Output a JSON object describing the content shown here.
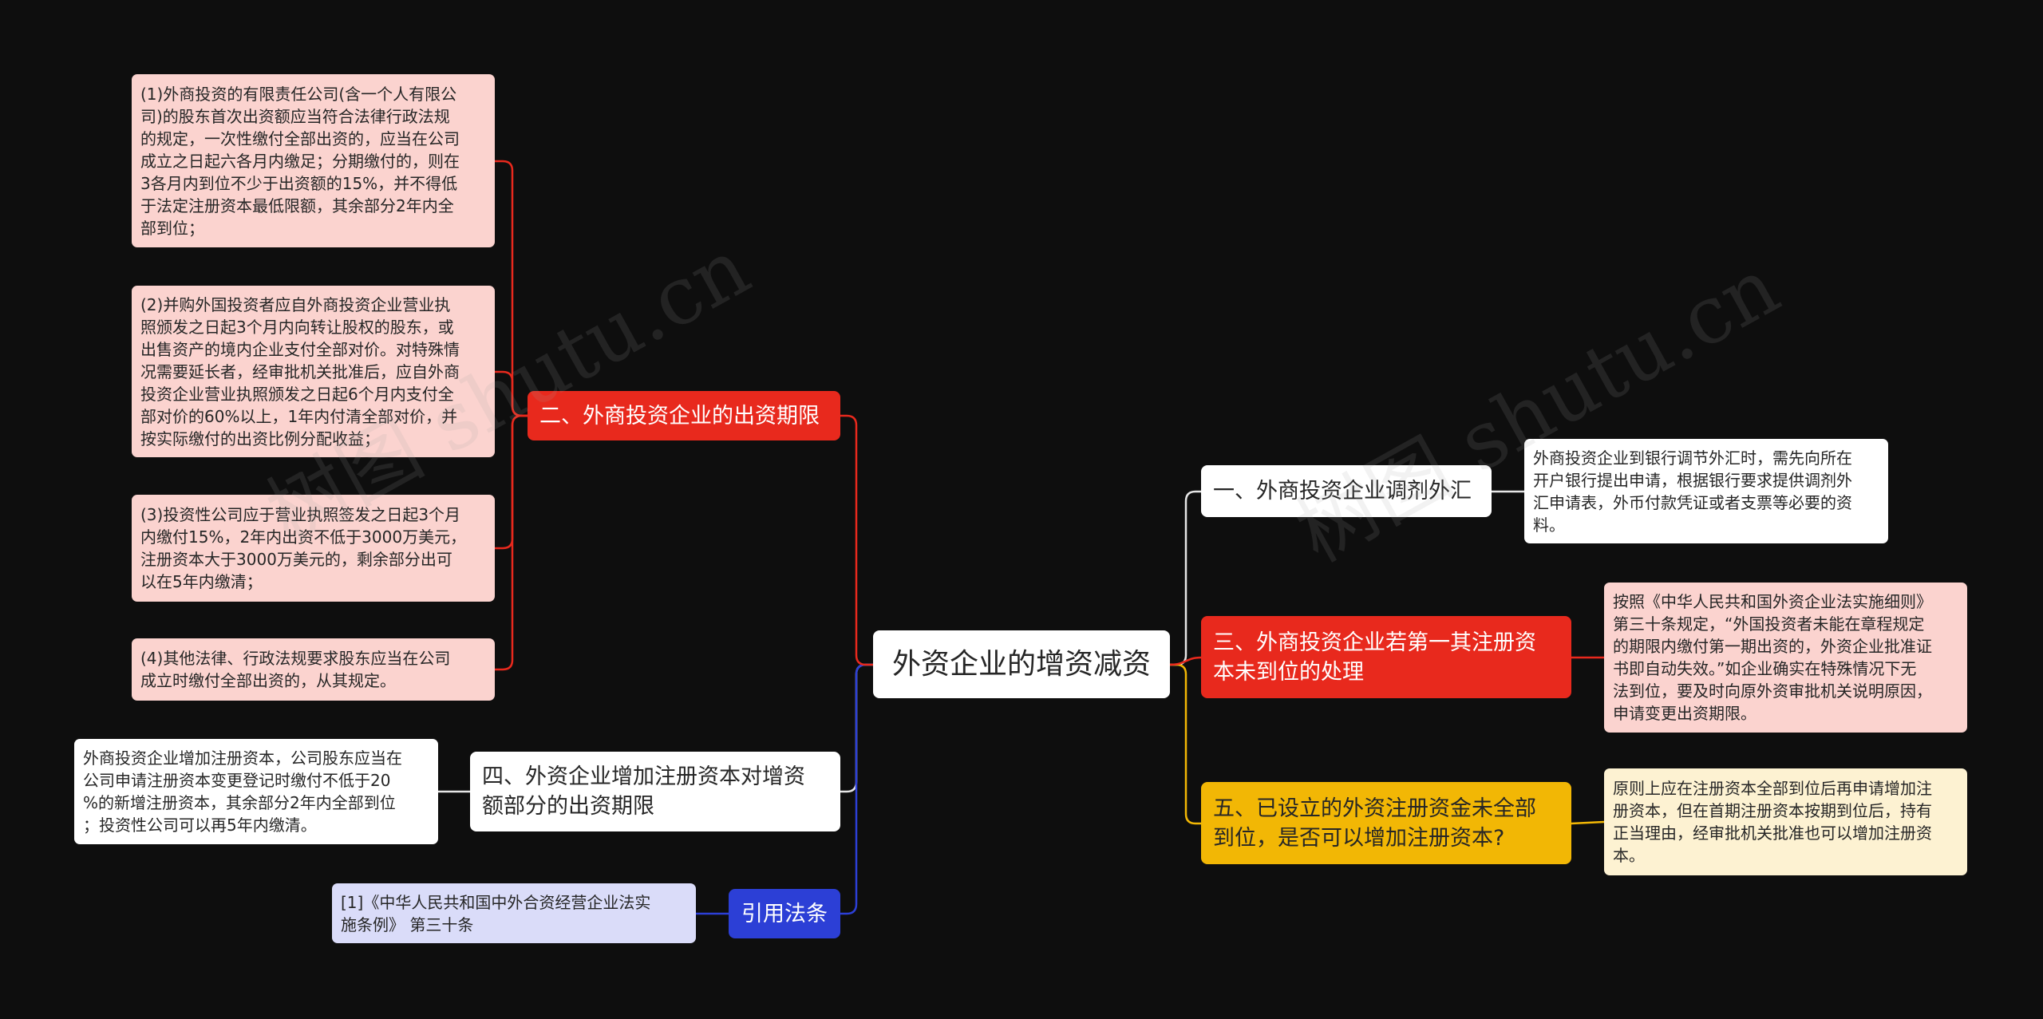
{
  "theme": {
    "background": "#0e0e0e",
    "red": "#e8291d",
    "pink": "#fbd3cf",
    "blue": "#2c3fd6",
    "lavender": "#dadcf9",
    "yellow": "#f2b705",
    "cream": "#fdf2d2",
    "white": "#ffffff",
    "line-white": "#e6e6e6",
    "text-dark": "#262626"
  },
  "watermark": "树图 shutu.cn",
  "mindmap": {
    "root": {
      "lines": [
        "外资企业的增资减资"
      ]
    },
    "left": [
      {
        "lines": [
          "二、外商投资企业的出资期限"
        ],
        "notes": [
          {
            "lines": [
              "(1)外商投资的有限责任公司(含一个人有限公",
              "司)的股东首次出资额应当符合法律行政法规",
              "的规定，一次性缴付全部出资的，应当在公司",
              "成立之日起六各月内缴足；分期缴付的，则在",
              "3各月内到位不少于出资额的15%，并不得低",
              "于法定注册资本最低限额，其余部分2年内全",
              "部到位；"
            ]
          },
          {
            "lines": [
              "(2)并购外国投资者应自外商投资企业营业执",
              "照颁发之日起3个月内向转让股权的股东，或",
              "出售资产的境内企业支付全部对价。对特殊情",
              "况需要延长者，经审批机关批准后，应自外商",
              "投资企业营业执照颁发之日起6个月内支付全",
              "部对价的60%以上，1年内付清全部对价，并",
              "按实际缴付的出资比例分配收益；"
            ]
          },
          {
            "lines": [
              "(3)投资性公司应于营业执照签发之日起3个月",
              "内缴付15%，2年内出资不低于3000万美元，",
              "注册资本大于3000万美元的，剩余部分出可",
              "以在5年内缴清；"
            ]
          },
          {
            "lines": [
              "(4)其他法律、行政法规要求股东应当在公司",
              "成立时缴付全部出资的，从其规定。"
            ]
          }
        ]
      },
      {
        "lines": [
          "四、外资企业增加注册资本对增资",
          "额部分的出资期限"
        ],
        "notes": [
          {
            "lines": [
              "外商投资企业增加注册资本，公司股东应当在",
              "公司申请注册资本变更登记时缴付不低于20",
              "%的新增注册资本，其余部分2年内全部到位",
              "；投资性公司可以再5年内缴清。"
            ]
          }
        ]
      },
      {
        "lines": [
          "引用法条"
        ],
        "notes": [
          {
            "lines": [
              "[1]《中华人民共和国中外合资经营企业法实",
              "施条例》 第三十条"
            ]
          }
        ]
      }
    ],
    "right": [
      {
        "lines": [
          "一、外商投资企业调剂外汇"
        ],
        "notes": [
          {
            "lines": [
              "外商投资企业到银行调节外汇时，需先向所在",
              "开户银行提出申请，根据银行要求提供调剂外",
              "汇申请表，外币付款凭证或者支票等必要的资",
              "料。"
            ]
          }
        ]
      },
      {
        "lines": [
          "三、外商投资企业若第一其注册资",
          "本未到位的处理"
        ],
        "notes": [
          {
            "lines": [
              "按照《中华人民共和国外资企业法实施细则》",
              "第三十条规定，“外国投资者未能在章程规定",
              "的期限内缴付第一期出资的，外资企业批准证",
              "书即自动失效。”如企业确实在特殊情况下无",
              "法到位，要及时向原外资审批机关说明原因，",
              "申请变更出资期限。"
            ]
          }
        ]
      },
      {
        "lines": [
          "五、已设立的外资注册资金未全部",
          "到位，是否可以增加注册资本?"
        ],
        "notes": [
          {
            "lines": [
              "原则上应在注册资本全部到位后再申请增加注",
              "册资本，但在首期注册资本按期到位后，持有",
              "正当理由，经审批机关批准也可以增加注册资",
              "本。"
            ]
          }
        ]
      }
    ]
  }
}
